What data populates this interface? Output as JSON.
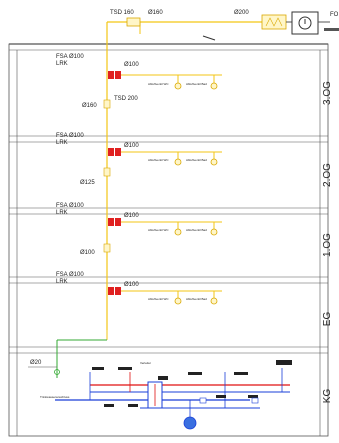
{
  "colors": {
    "duct": "#f3c614",
    "fire_damper": "#e02020",
    "outline": "#555555",
    "drain": "#33aa33",
    "water_blue": "#1a3fd8",
    "water_red": "#e01010"
  },
  "icons": {
    "fan": "fan-icon",
    "fire_damper": "fire-damper-icon",
    "exhaust_valve": "exhaust-valve-icon",
    "silencer": "silencer-icon",
    "pump": "pump-icon"
  },
  "top": {
    "tsd_label": "TSD 160",
    "diam_a": "Ø160",
    "diam_b": "Ø200",
    "outlet": "FO"
  },
  "floors": [
    {
      "label": "3.OG",
      "fsa": "FSA Ø100",
      "lrk": "LRK",
      "branch": "Ø100",
      "wc": "Abluftventil WC",
      "bad": "Abluftventil Bad",
      "riser_label": "Ø160",
      "extra": "TSD 200"
    },
    {
      "label": "2.OG",
      "fsa": "FSA Ø100",
      "lrk": "LRK",
      "branch": "Ø100",
      "wc": "Abluftventil WC",
      "bad": "Abluftventil Bad",
      "riser_label": "Ø125",
      "extra": ""
    },
    {
      "label": "1.OG",
      "fsa": "FSA Ø100",
      "lrk": "LRK",
      "branch": "Ø100",
      "wc": "Abluftventil WC",
      "bad": "Abluftventil Bad",
      "riser_label": "Ø100",
      "extra": ""
    },
    {
      "label": "EG",
      "fsa": "FSA Ø100",
      "lrk": "LRK",
      "branch": "Ø100",
      "wc": "Abluftventil WC",
      "bad": "Abluftventil Bad",
      "riser_label": "",
      "extra": ""
    }
  ],
  "basement": {
    "label": "KG",
    "drain_label": "Ø20",
    "water_label": "Trinkwasseranschluss",
    "manifold_label": "Verteiler"
  }
}
